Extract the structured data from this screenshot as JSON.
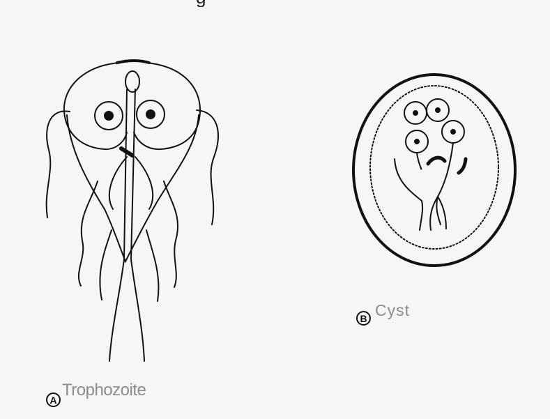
{
  "header": {
    "cut_title": "g"
  },
  "figure_a": {
    "marker": "A",
    "label": "Trophozoite"
  },
  "figure_b": {
    "marker": "B",
    "label": "Cyst"
  },
  "colors": {
    "ink": "#111111",
    "label_gray": "#8c8c8c",
    "paper": "#f6f6f6"
  }
}
